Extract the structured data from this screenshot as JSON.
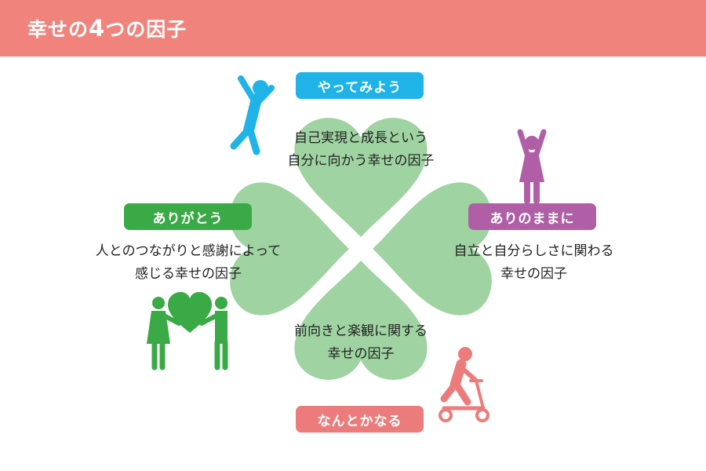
{
  "header": {
    "title_prefix": "幸せの",
    "title_number": "4",
    "title_suffix": "つの因子"
  },
  "colors": {
    "header_bg": "#f0847c",
    "leaf": "#9fd3a2",
    "blue": "#1fb3e8",
    "purple": "#b05fa6",
    "green": "#3aaa46",
    "coral": "#ec7c7c"
  },
  "factors": {
    "top": {
      "label": "やってみよう",
      "line1": "自己実現と成長という",
      "line2": "自分に向かう幸せの因子",
      "icon": "person-jumping-icon"
    },
    "right": {
      "label": "ありのままに",
      "line1": "自立と自分らしさに関わる",
      "line2": "幸せの因子",
      "icon": "person-arms-raised-icon"
    },
    "left": {
      "label": "ありがとう",
      "line1": "人とのつながりと感謝によって",
      "line2": "感じる幸せの因子",
      "icon": "people-sharing-heart-icon"
    },
    "bottom": {
      "label": "なんとかなる",
      "line1": "前向きと楽観に関する",
      "line2": "幸せの因子",
      "icon": "person-riding-scooter-icon"
    }
  }
}
